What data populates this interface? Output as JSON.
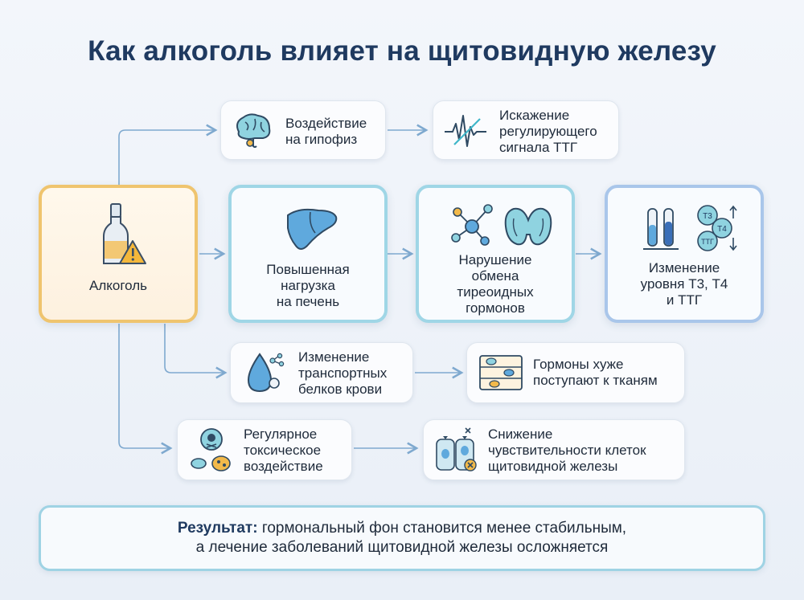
{
  "title": "Как алкоголь влияет на щитовидную железу",
  "nodes": {
    "alcohol": "Алкоголь",
    "pituitary": [
      "Воздействие",
      "на гипофиз"
    ],
    "tsh_signal": [
      "Искажение",
      "регулирующего",
      "сигнала ТТГ"
    ],
    "liver": [
      "Повышенная",
      "нагрузка",
      "на печень"
    ],
    "metabolism": [
      "Нарушение",
      "обмена",
      "тиреоидных",
      "гормонов"
    ],
    "levels": [
      "Изменение",
      "уровня Т3, Т4",
      "и ТТГ"
    ],
    "transport": [
      "Изменение",
      "транспортных",
      "белков крови"
    ],
    "tissues": [
      "Гормоны хуже",
      "поступают к тканям"
    ],
    "toxic": [
      "Регулярное",
      "токсическое",
      "воздействие"
    ],
    "sensitivity": [
      "Снижение",
      "чувствительности клеток",
      "щитовидной железы"
    ]
  },
  "icon_labels": {
    "t3": "T3",
    "t4": "T4",
    "ttg": "ТТГ"
  },
  "result": {
    "label": "Результат:",
    "line1": "гормональный фон становится менее стабильным,",
    "line2": "а лечение заболеваний щитовидной железы осложняется"
  },
  "colors": {
    "title": "#1f3a60",
    "arrow": "#7fa9cf",
    "alcohol_border": "#efc46e",
    "teal_border": "#9fd6e6"
  }
}
